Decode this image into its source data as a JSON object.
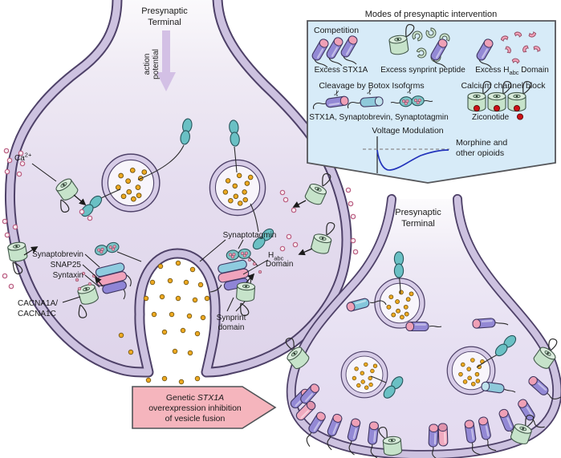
{
  "palette": {
    "heading_red": "#e03a45",
    "box_bg": "#d7ebf8",
    "box_border": "#55565a",
    "membrane_fill": "#cdc2e0",
    "membrane_line": "#4e4168",
    "interior_lavender": "#e3dcef",
    "vesicle_ring": "#d7cce7",
    "neurotransmitter_orange": "#eda921",
    "calcium_ion_pink": "#bb5f82",
    "synaptotagmin_teal": "#6ac0c4",
    "channel_green": "#c6e3ca",
    "stx1a_purple": "#9389d5",
    "cap_pink": "#efa0b6",
    "synaptobrevin_blue": "#8ecbdf",
    "snap25_pink": "#f0a3bc",
    "ziconotide_red": "#cc1016",
    "arrow_banner_pink": "#f5b5bd",
    "voltage_curve_blue": "#2233bb",
    "action_arrow_purple": "#d3c0e5"
  },
  "icons": {
    "scissors": "✂"
  },
  "left_terminal": {
    "title": {
      "line1": "Presynaptic",
      "line2": "Terminal"
    },
    "action_potential": {
      "line1": "action",
      "line2": "potential"
    },
    "labels": {
      "calcium": {
        "base": "Ca",
        "sup": "2+"
      },
      "synaptobrevin": "Synaptobrevin",
      "snap25": "SNAP25",
      "syntaxin": "Syntaxin",
      "cacna": {
        "line1": "CACNA1A/",
        "line2": "CACNA1C"
      },
      "synaptotagmin": "Synaptotagmin",
      "habc": {
        "base": "H",
        "sub": "abc",
        "line2": "Domain"
      },
      "synprint": {
        "line1": "Synprint",
        "line2": "domain"
      }
    }
  },
  "intervention_box": {
    "title": "Modes of presynaptic intervention",
    "competition": {
      "heading": "Competition",
      "excess_stx1a_label": "Excess STX1A",
      "excess_synprint_label": "Excess synprint peptide",
      "excess_habc": {
        "pre": "Excess H",
        "sub": "abc",
        "post": " Domain"
      }
    },
    "cleavage": {
      "heading": "Cleavage by Botox Isoforms",
      "targets_label": "STX1A, Synaptobrevin, Synaptotagmin"
    },
    "calcium_block": {
      "heading": "Calcium channel block",
      "drug_label": "Ziconotide"
    },
    "voltage": {
      "heading": "Voltage Modulation",
      "drug_label": {
        "line1": "Morphine and",
        "line2": "other opioids"
      }
    }
  },
  "right_terminal": {
    "title": {
      "line1": "Presynaptic",
      "line2": "Terminal"
    }
  },
  "genetic_arrow": {
    "line1_normal": "Genetic ",
    "line1_italic": "STX1A",
    "line2": "overexpression inhibition",
    "line3": "of vesicle fusion"
  }
}
